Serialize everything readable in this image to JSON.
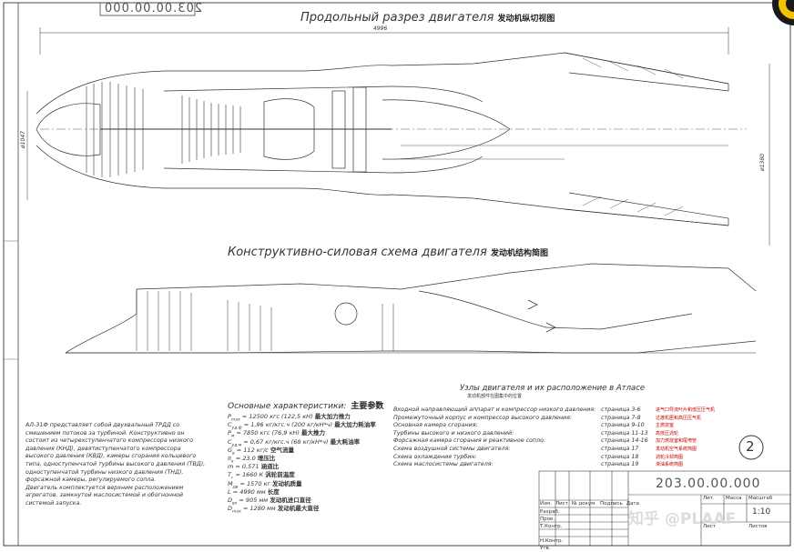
{
  "stamp_code_top": "203.00.00.000",
  "title_section": "Продольный разрез двигателя",
  "title_section_cn": "发动机纵切视图",
  "title_scheme": "Конструктивно-силовая схема двигателя",
  "title_scheme_cn": "发动机结构简图",
  "dim_length": "4996",
  "dim_diam_left": "ø1047",
  "dim_diam_right": "ø1380",
  "specs_heading": "Основные характеристики:",
  "specs_heading_cn": "主要参数",
  "specs": [
    {
      "sym": "P",
      "sub": "max",
      "text": "= 12500 кгс      (122,5 кН)",
      "cn": "最大加力推力"
    },
    {
      "sym": "C",
      "sub": "уд.ф",
      "text": "= 1,96 кг/кгс.ч  (200 кг/кН*ч)",
      "cn": "最大加力耗油率"
    },
    {
      "sym": "P",
      "sub": "м",
      "text": "= 7850 кгс        (76,9 кН)",
      "cn": "最大推力"
    },
    {
      "sym": "C",
      "sub": "уд.м",
      "text": "= 0,67 кг/кгс.ч  (68 кг/кН*ч)",
      "cn": "最大耗油率"
    },
    {
      "sym": "G",
      "sub": "в",
      "text": "= 112 кг/с",
      "cn": "空气流量"
    },
    {
      "sym": "π",
      "sub": "к",
      "text": "= 23,0",
      "cn": "增压比"
    },
    {
      "sym": "m",
      "sub": "",
      "text": "= 0,571",
      "cn": "涵道比"
    },
    {
      "sym": "T",
      "sub": "г",
      "text": "= 1660 К",
      "cn": "涡轮前温度"
    },
    {
      "sym": "M",
      "sub": "дв",
      "text": "= 1570 кг",
      "cn": "发动机质量"
    },
    {
      "sym": "L",
      "sub": "",
      "text": "= 4990 мм",
      "cn": "长度"
    },
    {
      "sym": "D",
      "sub": "вх",
      "text": "= 905 мм",
      "cn": "发动机进口直径"
    },
    {
      "sym": "D",
      "sub": "max",
      "text": "= 1280 мм",
      "cn": "发动机最大直径"
    }
  ],
  "description": [
    "АЛ-31Ф представляет собой двухвальный ТРДД со",
    "смешением потоков за турбиной. Конструктивно он",
    "состоит из четырехступенчатого компрессора низкого",
    "давления (КНД), девятиступенчатого компрессора",
    "высокого давления (КВД), камеры сгорания кольцевого",
    "типа, одноступенчатой турбины высокого давления (ТВД),",
    "одноступенчатой турбины низкого давления (ТНД),",
    "форсажной камеры, регулируемого сопла.",
    "   Двигатель комплектуется верхним расположением",
    "агрегатов, замкнутой маслосистемой и обогнонной",
    "системой запуска."
  ],
  "assembly_heading": "Узлы двигателя и их расположение в Атласе",
  "assembly_heading_cn": "发动机部件在图集中的位置",
  "assembly": [
    {
      "text": "Входной направляющий аппарат и компрессор низкого давления:",
      "page": "страница 3-6",
      "cn": "进气口导流叶片和低压压气机"
    },
    {
      "text": "Промежуточный корпус и компрессор высокого давления:",
      "page": "страница 7-8",
      "cn": "过渡机匣和高压压气机"
    },
    {
      "text": "Основная камера сгорания:",
      "page": "страница 9-10",
      "cn": "主燃烧室"
    },
    {
      "text": "Турбины высокого и низкого давлений:",
      "page": "страница 11-13",
      "cn": "高低压涡轮"
    },
    {
      "text": "Форсажная камера сгорания и реактивное сопло:",
      "page": "страница 14-16",
      "cn": "加力燃烧室和尾喷管"
    },
    {
      "text": "Схема воздушной системы двигателя:",
      "page": "страница 17",
      "cn": "发动机空气系统简图"
    },
    {
      "text": "Схема охлаждения турбин:",
      "page": "страница 18",
      "cn": "涡轮冷却简图"
    },
    {
      "text": "Схема маслосистемы двигателя:",
      "page": "страница 19",
      "cn": "滑油系统简图"
    }
  ],
  "circle_number": "2",
  "title_block": {
    "code": "203.00.00.000",
    "rows": [
      "Изм.",
      "Лист",
      "№ докум.",
      "Подпись",
      "Дата"
    ],
    "roles": [
      "Разраб.",
      "Пров.",
      "Т.Контр.",
      "",
      "Н.Контр.",
      "Утв."
    ],
    "col_headers": [
      "Лит.",
      "Масса",
      "Масштаб"
    ],
    "scale": "1:10",
    "sheet_label": "Лист",
    "sheets_label": "Листов"
  },
  "watermark": "知乎 @PLAAF"
}
